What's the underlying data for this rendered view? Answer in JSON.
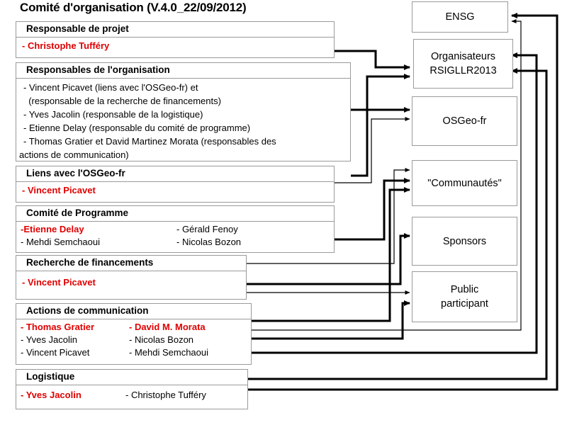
{
  "diagram": {
    "title": "Comité d'organisation (V.4.0_22/09/2012)",
    "accent_red": "#e00000",
    "line_color": "#000000",
    "box_border": "#9a9a9a"
  },
  "left_panels": [
    {
      "key": "responsable_projet",
      "header": "Responsable de projet",
      "members": [
        {
          "text": "- Christophe Tufféry",
          "highlight": true
        }
      ]
    },
    {
      "key": "responsables_organisation",
      "header": "Responsables de l'organisation",
      "lines": [
        "- Vincent Picavet (liens avec l'OSGeo-fr) et",
        "  (responsable de la recherche de financements)",
        "- Yves Jacolin (responsable de la logistique)",
        "- Etienne Delay (responsable du comité de programme)",
        "- Thomas Gratier et David Martinez Morata (responsables des",
        "actions de communication)"
      ]
    },
    {
      "key": "liens_osgeo",
      "header": "Liens avec l'OSGeo-fr",
      "members": [
        {
          "text": "- Vincent Picavet",
          "highlight": true
        }
      ]
    },
    {
      "key": "comite_programme",
      "header": "Comité de Programme",
      "col1": [
        {
          "text": "-Etienne Delay",
          "highlight": true
        },
        {
          "text": "- Mehdi Semchaoui",
          "highlight": false
        }
      ],
      "col2": [
        {
          "text": "- Gérald Fenoy",
          "highlight": false
        },
        {
          "text": "- Nicolas Bozon",
          "highlight": false
        }
      ]
    },
    {
      "key": "recherche_financements",
      "header": "Recherche de financements",
      "members": [
        {
          "text": "- Vincent Picavet",
          "highlight": true
        }
      ]
    },
    {
      "key": "actions_communication",
      "header": "Actions de communication",
      "col1": [
        {
          "text": "- Thomas Gratier",
          "highlight": true
        },
        {
          "text": "- Yves Jacolin",
          "highlight": false
        },
        {
          "text": "- Vincent Picavet",
          "highlight": false
        }
      ],
      "col2": [
        {
          "text": "- David M. Morata",
          "highlight": true
        },
        {
          "text": "- Nicolas Bozon",
          "highlight": false
        },
        {
          "text": "- Mehdi Semchaoui",
          "highlight": false
        }
      ]
    },
    {
      "key": "logistique",
      "header": "Logistique",
      "col1": [
        {
          "text": "- Yves Jacolin",
          "highlight": true
        }
      ],
      "col2": [
        {
          "text": "- Christophe Tufféry",
          "highlight": false
        }
      ]
    }
  ],
  "right_boxes": [
    {
      "key": "ensg",
      "label": "ENSG"
    },
    {
      "key": "organisateurs",
      "label": "Organisateurs\nRSIGLLR2013"
    },
    {
      "key": "osgeo_fr",
      "label": "OSGeo-fr"
    },
    {
      "key": "communautes",
      "label": "\"Communautés\""
    },
    {
      "key": "sponsors",
      "label": "Sponsors"
    },
    {
      "key": "public",
      "label": "Public\nparticipant"
    }
  ]
}
